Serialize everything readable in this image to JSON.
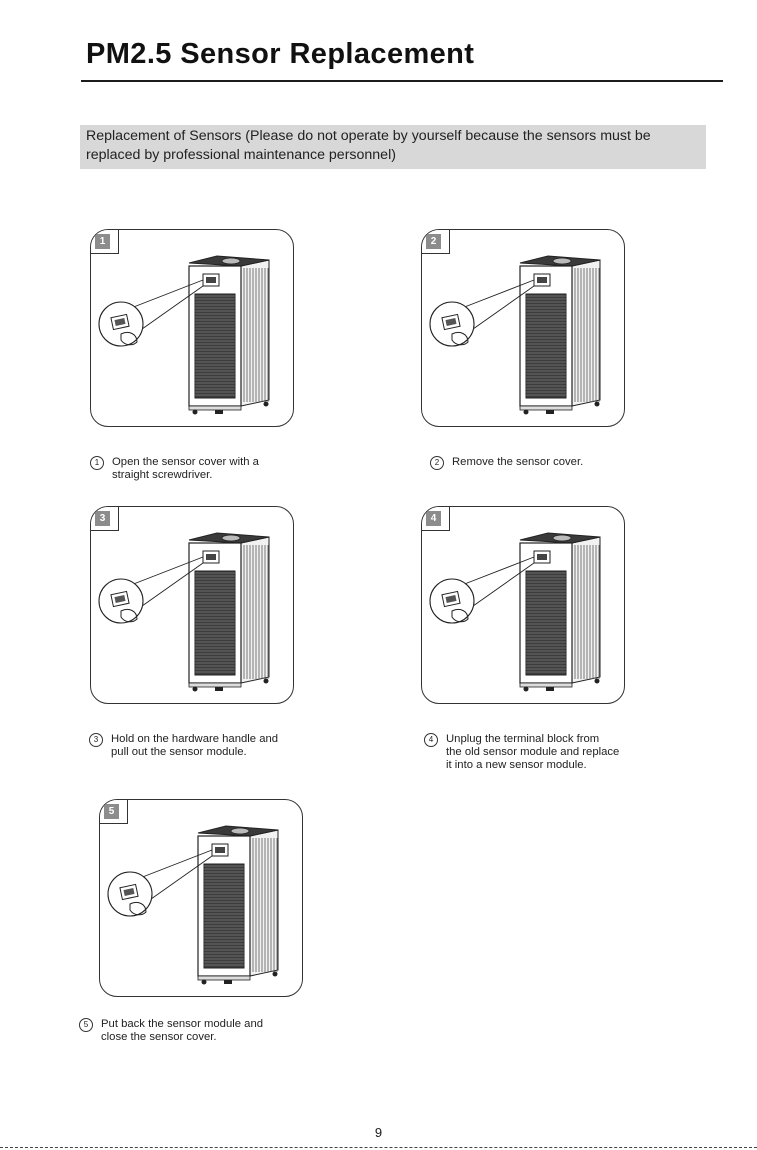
{
  "header": {
    "title": "PM2.5 Sensor Replacement"
  },
  "notice": {
    "text": "Replacement of Sensors (Please do not operate by yourself because the sensors must be replaced by professional maintenance personnel)"
  },
  "steps": [
    {
      "number": "1",
      "marker": "1",
      "caption": "Open the sensor cover with a\nstraight screwdriver."
    },
    {
      "number": "2",
      "marker": "2",
      "caption": "Remove the sensor cover."
    },
    {
      "number": "3",
      "marker": "3",
      "caption": "Hold on the hardware handle and\npull out the sensor module."
    },
    {
      "number": "4",
      "marker": "4",
      "caption": "Unplug the terminal block from\nthe old sensor module and replace\nit into a new sensor module."
    },
    {
      "number": "5",
      "marker": "5",
      "caption": "Put back the sensor module and\nclose the sensor cover."
    }
  ],
  "footer": {
    "page_number": "9"
  }
}
